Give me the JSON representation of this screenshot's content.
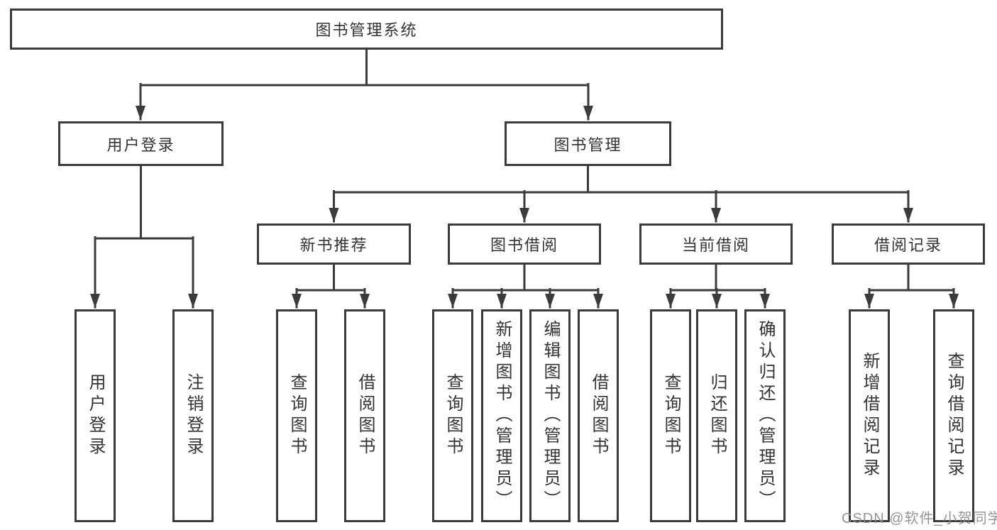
{
  "tree": {
    "root_label": "图书管理系统",
    "branches": [
      {
        "label": "用户登录",
        "children": [
          {
            "label": "用户登录"
          },
          {
            "label": "注销登录"
          }
        ]
      },
      {
        "label": "图书管理",
        "children": [
          {
            "label": "新书推荐",
            "children": [
              {
                "label": "查询图书"
              },
              {
                "label": "借阅图书"
              }
            ]
          },
          {
            "label": "图书借阅",
            "children": [
              {
                "label": "查询图书"
              },
              {
                "label": "新增图书（管理员）"
              },
              {
                "label": "编辑图书（管理员）"
              },
              {
                "label": "借阅图书"
              }
            ]
          },
          {
            "label": "当前借阅",
            "children": [
              {
                "label": "查询图书"
              },
              {
                "label": "归还图书"
              },
              {
                "label": "确认归还（管理员）"
              }
            ]
          },
          {
            "label": "借阅记录",
            "children": [
              {
                "label": "新增借阅记录"
              },
              {
                "label": "查询借阅记录"
              }
            ]
          }
        ]
      }
    ]
  },
  "watermark": "CSDN @软件_小贺同学",
  "colors": {
    "line": "#3b3b3b",
    "box_border": "#3b3b3b",
    "text": "#333333",
    "watermark": "#8c8c8c",
    "background": "#ffffff"
  }
}
